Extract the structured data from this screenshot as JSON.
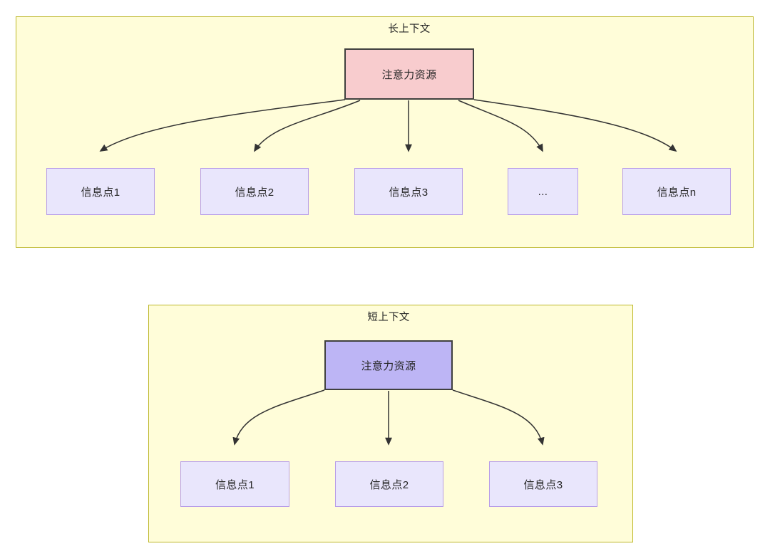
{
  "diagram": {
    "type": "flowchart",
    "background_color": "#ffffff",
    "palette": {
      "group_fill": "#fffdd9",
      "group_border": "#bdb728",
      "leaf_fill": "#e9e6fc",
      "leaf_border": "#b79ce8",
      "root_long_fill": "#f8ccce",
      "root_short_fill": "#bdb5f5",
      "root_border": "#40403f",
      "edge_color": "#333333",
      "text_color": "#262626"
    },
    "groups": [
      {
        "id": "long-context",
        "title": "长上下文",
        "root": {
          "id": "root-long",
          "label": "注意力资源"
        },
        "leaves": [
          {
            "id": "long-leaf-1",
            "label": "信息点1"
          },
          {
            "id": "long-leaf-2",
            "label": "信息点2"
          },
          {
            "id": "long-leaf-3",
            "label": "信息点3"
          },
          {
            "id": "long-leaf-ellipsis",
            "label": "..."
          },
          {
            "id": "long-leaf-n",
            "label": "信息点n"
          }
        ]
      },
      {
        "id": "short-context",
        "title": "短上下文",
        "root": {
          "id": "root-short",
          "label": "注意力资源"
        },
        "leaves": [
          {
            "id": "short-leaf-1",
            "label": "信息点1"
          },
          {
            "id": "short-leaf-2",
            "label": "信息点2"
          },
          {
            "id": "short-leaf-3",
            "label": "信息点3"
          }
        ]
      }
    ]
  }
}
